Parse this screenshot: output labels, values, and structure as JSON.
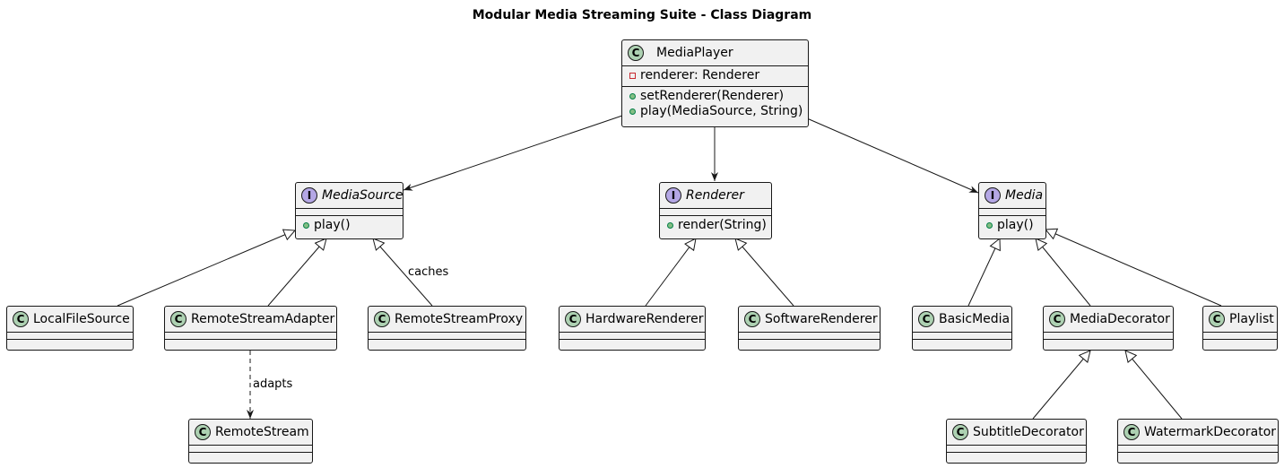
{
  "diagram": {
    "title": "Modular Media Streaming Suite - Class Diagram",
    "classes": {
      "media_player": {
        "stereotype": "C",
        "name": "MediaPlayer",
        "kind": "class",
        "fields": [
          "renderer: Renderer"
        ],
        "methods": [
          "setRenderer(Renderer)",
          "play(MediaSource, String)"
        ]
      },
      "media_source": {
        "stereotype": "I",
        "name": "MediaSource",
        "kind": "interface",
        "methods": [
          "play()"
        ]
      },
      "renderer": {
        "stereotype": "I",
        "name": "Renderer",
        "kind": "interface",
        "methods": [
          "render(String)"
        ]
      },
      "media": {
        "stereotype": "I",
        "name": "Media",
        "kind": "interface",
        "methods": [
          "play()"
        ]
      },
      "local_file_source": {
        "stereotype": "C",
        "name": "LocalFileSource",
        "kind": "class"
      },
      "remote_stream_adapter": {
        "stereotype": "C",
        "name": "RemoteStreamAdapter",
        "kind": "class"
      },
      "remote_stream_proxy": {
        "stereotype": "C",
        "name": "RemoteStreamProxy",
        "kind": "class"
      },
      "hardware_renderer": {
        "stereotype": "C",
        "name": "HardwareRenderer",
        "kind": "class"
      },
      "software_renderer": {
        "stereotype": "C",
        "name": "SoftwareRenderer",
        "kind": "class"
      },
      "basic_media": {
        "stereotype": "C",
        "name": "BasicMedia",
        "kind": "class"
      },
      "media_decorator": {
        "stereotype": "C",
        "name": "MediaDecorator",
        "kind": "class"
      },
      "playlist": {
        "stereotype": "C",
        "name": "Playlist",
        "kind": "class"
      },
      "remote_stream": {
        "stereotype": "C",
        "name": "RemoteStream",
        "kind": "class"
      },
      "subtitle_decorator": {
        "stereotype": "C",
        "name": "SubtitleDecorator",
        "kind": "class"
      },
      "watermark_decorator": {
        "stereotype": "C",
        "name": "WatermarkDecorator",
        "kind": "class"
      }
    },
    "relations": [
      {
        "from": "MediaPlayer",
        "to": "MediaSource",
        "type": "association"
      },
      {
        "from": "MediaPlayer",
        "to": "Renderer",
        "type": "association"
      },
      {
        "from": "MediaPlayer",
        "to": "Media",
        "type": "association"
      },
      {
        "from": "LocalFileSource",
        "to": "MediaSource",
        "type": "realization"
      },
      {
        "from": "RemoteStreamAdapter",
        "to": "MediaSource",
        "type": "realization"
      },
      {
        "from": "RemoteStreamProxy",
        "to": "MediaSource",
        "type": "realization",
        "label": "caches"
      },
      {
        "from": "HardwareRenderer",
        "to": "Renderer",
        "type": "realization"
      },
      {
        "from": "SoftwareRenderer",
        "to": "Renderer",
        "type": "realization"
      },
      {
        "from": "BasicMedia",
        "to": "Media",
        "type": "realization"
      },
      {
        "from": "MediaDecorator",
        "to": "Media",
        "type": "realization"
      },
      {
        "from": "Playlist",
        "to": "Media",
        "type": "realization"
      },
      {
        "from": "RemoteStreamAdapter",
        "to": "RemoteStream",
        "type": "dependency",
        "label": "adapts"
      },
      {
        "from": "SubtitleDecorator",
        "to": "MediaDecorator",
        "type": "inheritance"
      },
      {
        "from": "WatermarkDecorator",
        "to": "MediaDecorator",
        "type": "inheritance"
      }
    ],
    "colors": {
      "class_fill": "#f1f1f1",
      "border": "#181818",
      "class_badge": "#add1b2",
      "interface_badge": "#b4a7e5"
    }
  }
}
